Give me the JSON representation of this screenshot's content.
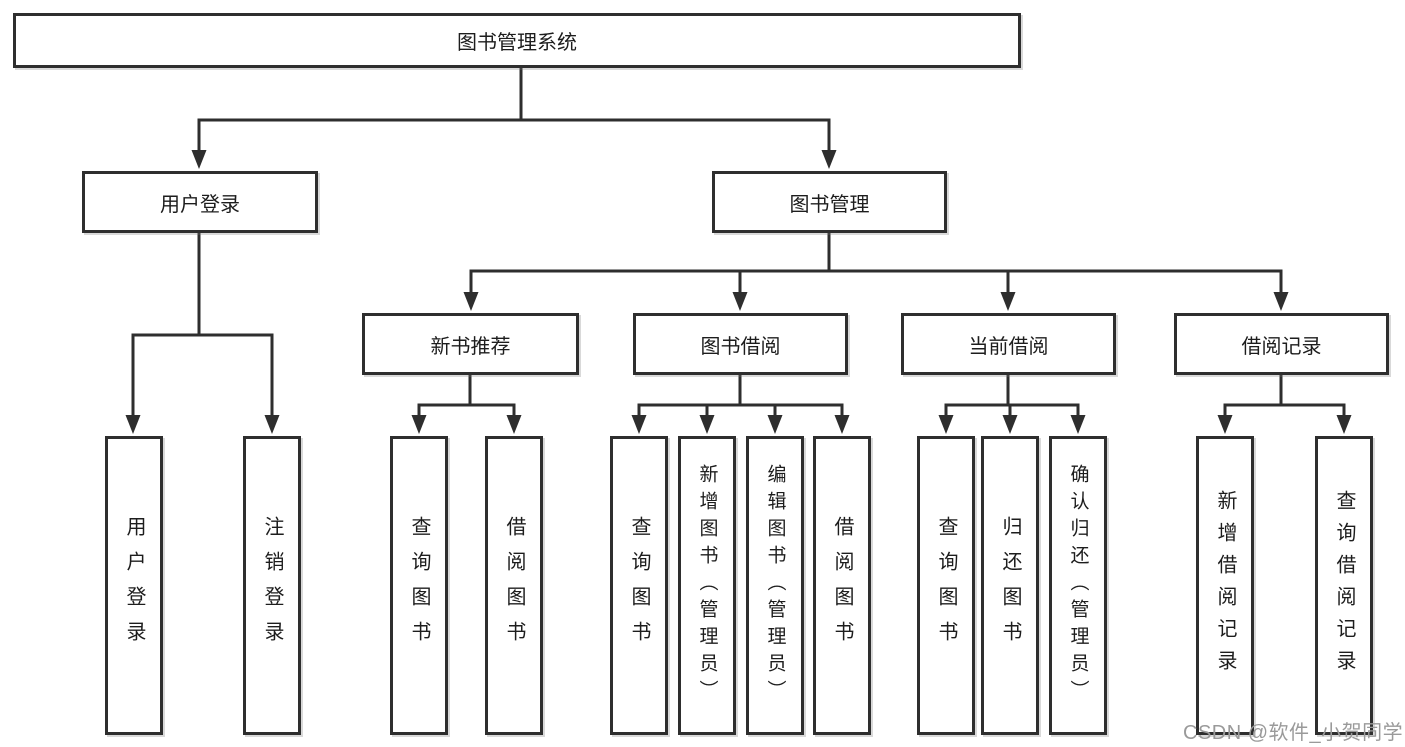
{
  "diagram": {
    "root": {
      "label": "图书管理系统",
      "children": [
        {
          "label": "用户登录",
          "children": [
            {
              "label": "用户登录"
            },
            {
              "label": "注销登录"
            }
          ]
        },
        {
          "label": "图书管理",
          "children": [
            {
              "label": "新书推荐",
              "children": [
                {
                  "label": "查询图书"
                },
                {
                  "label": "借阅图书"
                }
              ]
            },
            {
              "label": "图书借阅",
              "children": [
                {
                  "label": "查询图书"
                },
                {
                  "label": "新增图书（管理员）"
                },
                {
                  "label": "编辑图书（管理员）"
                },
                {
                  "label": "借阅图书"
                }
              ]
            },
            {
              "label": "当前借阅",
              "children": [
                {
                  "label": "查询图书"
                },
                {
                  "label": "归还图书"
                },
                {
                  "label": "确认归还（管理员）"
                }
              ]
            },
            {
              "label": "借阅记录",
              "children": [
                {
                  "label": "新增借阅记录"
                },
                {
                  "label": "查询借阅记录"
                }
              ]
            }
          ]
        }
      ]
    },
    "colors": {
      "line": "#2e2e2e",
      "box_border": "#2e2e2e",
      "background": "#ffffff",
      "watermark": "#9a9a9a"
    }
  },
  "watermark": {
    "text": "CSDN @软件_小贺同学"
  }
}
